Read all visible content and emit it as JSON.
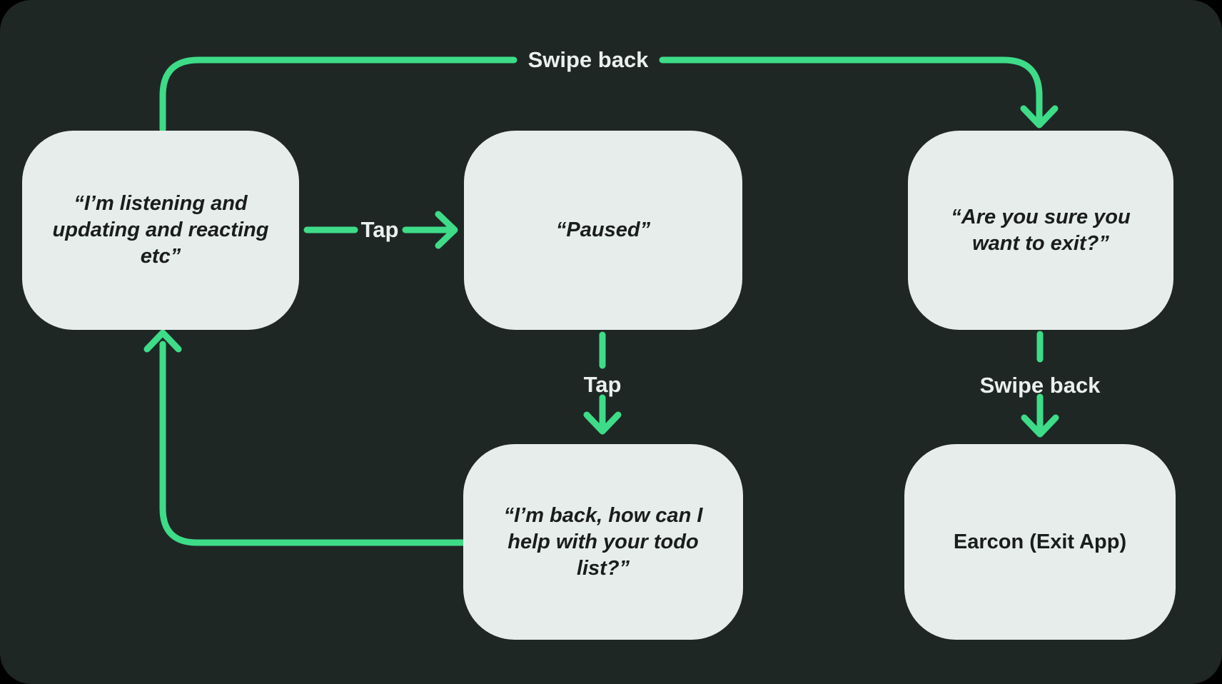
{
  "colors": {
    "background": "#1f2725",
    "node_fill": "#e7edea",
    "arrow_green": "#3edc88",
    "label_text": "#eaf0ed",
    "node_text": "#1a1d1c"
  },
  "nodes": {
    "listening": {
      "lines": [
        "“I’m listening and",
        "updating and reacting",
        "etc”"
      ]
    },
    "paused": {
      "lines": [
        "“Paused”"
      ]
    },
    "exit_confirm": {
      "lines": [
        "“Are you sure you",
        "want to exit?”"
      ]
    },
    "back_help": {
      "lines": [
        "“I’m back, how can I",
        "help with your todo",
        "list?”"
      ]
    },
    "earcon_exit": {
      "lines": [
        "Earcon (Exit App)"
      ]
    }
  },
  "edge_labels": {
    "swipe_back_top": "Swipe back",
    "tap_listening_to_paused": "Tap",
    "tap_paused_to_back_help": "Tap",
    "swipe_back_exit_to_earcon": "Swipe back"
  }
}
